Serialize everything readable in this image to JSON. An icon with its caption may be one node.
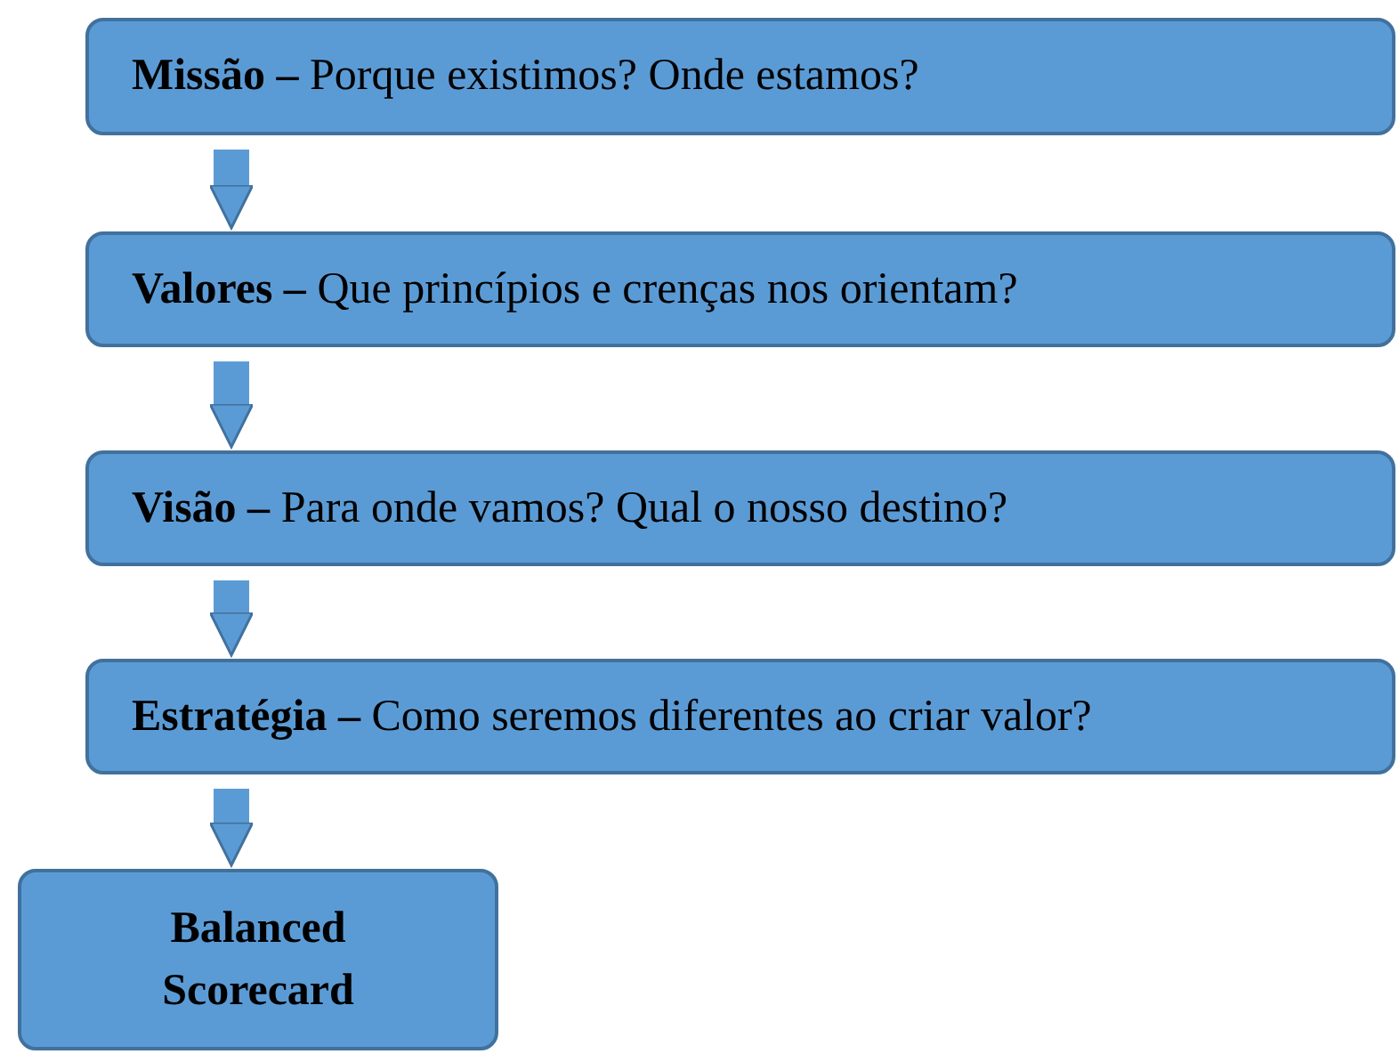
{
  "diagram": {
    "nodes": [
      {
        "text": [
          "**Missão –** Porque existimos? Onde estamos?"
        ]
      },
      {
        "text": [
          "**Valores –** Que princípios e crenças nos orientam?"
        ]
      },
      {
        "text": [
          "**Visão –** Para onde vamos? Qual o nosso destino?"
        ]
      },
      {
        "text": [
          "**Estratégia –** Como seremos diferentes ao criar valor?"
        ]
      },
      {
        "text": [
          "Balanced Scorecard"
        ]
      }
    ],
    "edges": [
      {
        "from": 0,
        "to": 1,
        "arrow": "to"
      },
      {
        "from": 1,
        "to": 2,
        "arrow": "to"
      },
      {
        "from": 2,
        "to": 3,
        "arrow": "to"
      },
      {
        "from": 3,
        "to": 4,
        "arrow": "to"
      }
    ]
  }
}
